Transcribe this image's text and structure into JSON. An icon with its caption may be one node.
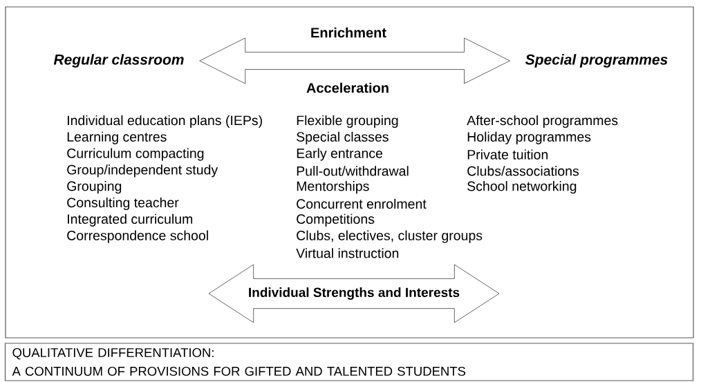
{
  "diagram": {
    "nodes": [
      {
        "text": [
          "Regular classroom"
        ]
      },
      {
        "text": [
          "Special programmes"
        ]
      },
      {
        "text": [
          "Individual Strengths and Interests"
        ]
      },
      {
        "text": [
          "QUALITATIVE DIFFERENTIATION:",
          "A CONTINUUM OF PROVISIONS FOR GIFTED AND TALENTED STUDENTS"
        ]
      }
    ],
    "edges": [
      {
        "from": 0,
        "to": 1,
        "arrow": "both"
      }
    ],
    "labels": [
      "Enrichment",
      "Acceleration",
      "Individual education plans (IEPs)",
      "Learning centres",
      "Curriculum compacting",
      "Group/independent study",
      "Grouping",
      "Consulting teacher",
      "Integrated curriculum",
      "Correspondence school",
      "Flexible grouping",
      "Special classes",
      "Early entrance",
      "Pull-out/withdrawal",
      "Mentorships",
      "Concurrent enrolment",
      "Competitions",
      "Clubs, electives, cluster groups",
      "Virtual instruction",
      "After-school programmes",
      "Holiday programmes",
      "Private tuition",
      "Clubs/associations",
      "School networking"
    ]
  }
}
